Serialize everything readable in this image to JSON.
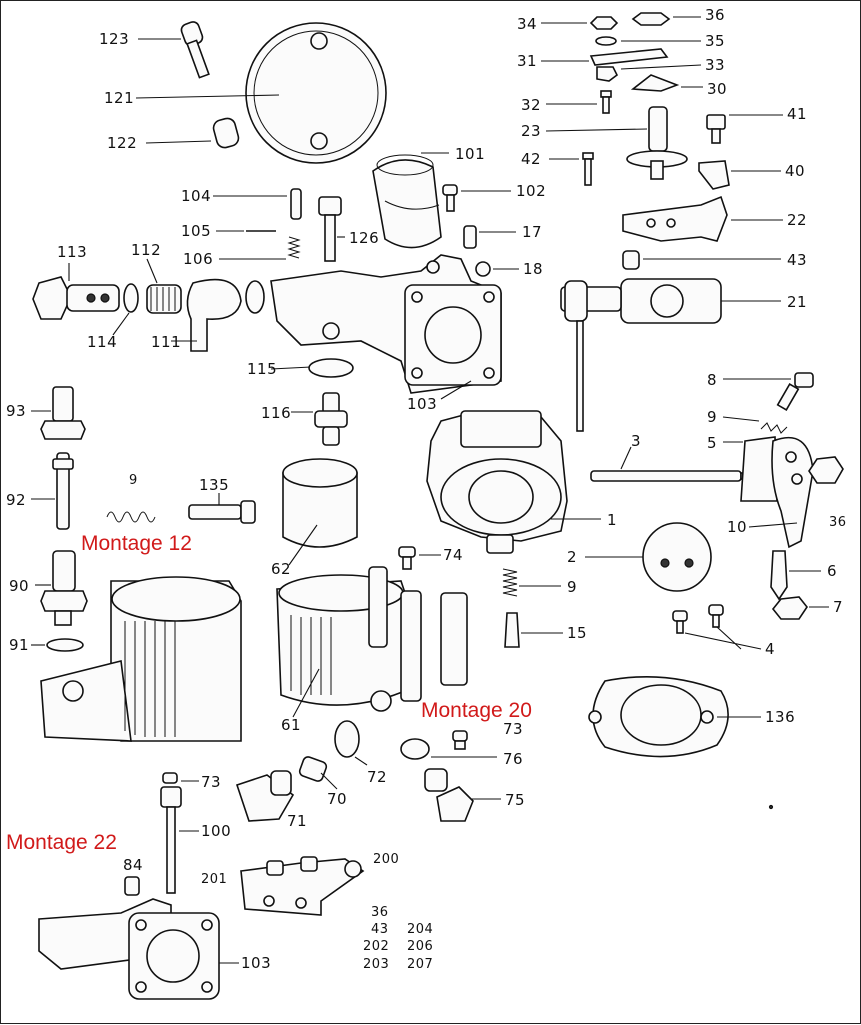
{
  "diagram": {
    "part_numbers": {
      "p123": "123",
      "p121": "121",
      "p122": "122",
      "p104": "104",
      "p105": "105",
      "p106": "106",
      "p126": "126",
      "p101": "101",
      "p102": "102",
      "p17": "17",
      "p18": "18",
      "p113": "113",
      "p112": "112",
      "p114": "114",
      "p111": "111",
      "p115": "115",
      "p103a": "103",
      "p34": "34",
      "p36a": "36",
      "p35": "35",
      "p31": "31",
      "p33": "33",
      "p30": "30",
      "p32": "32",
      "p41": "41",
      "p23": "23",
      "p42": "42",
      "p40": "40",
      "p22": "22",
      "p43a": "43",
      "p21": "21",
      "p93": "93",
      "p116": "116",
      "p92": "92",
      "p9a": "9",
      "p135": "135",
      "p8": "8",
      "p9b": "9",
      "p5": "5",
      "p3": "3",
      "p36b": "36",
      "p1": "1",
      "p10": "10",
      "p62": "62",
      "p74": "74",
      "p2": "2",
      "p6": "6",
      "p90": "90",
      "p9c": "9",
      "p7": "7",
      "p91": "91",
      "p15": "15",
      "p4": "4",
      "p73a": "73",
      "p61": "61",
      "p72": "72",
      "p76": "76",
      "p136": "136",
      "p73b": "73",
      "p70": "70",
      "p75": "75",
      "p71": "71",
      "p100": "100",
      "p84": "84",
      "p201": "201",
      "p200": "200",
      "p103b": "103"
    },
    "kit_list": {
      "k36": "36",
      "k43": "43",
      "k202": "202",
      "k203": "203",
      "k204": "204",
      "k206": "206",
      "k207": "207"
    },
    "annotations": {
      "montage12": "Montage 12",
      "montage20": "Montage 20",
      "montage22": "Montage 22"
    },
    "colors": {
      "annotation": "#d11a1a",
      "ink": "#111111"
    }
  }
}
